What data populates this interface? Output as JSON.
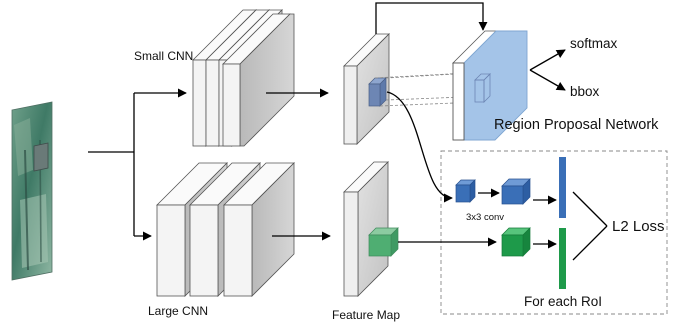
{
  "labels": {
    "small_cnn": "Small CNN",
    "large_cnn": "Large CNN",
    "feature_map": "Feature Map",
    "region_proposal_network": "Region Proposal Network",
    "softmax": "softmax",
    "bbox": "bbox",
    "conv": "3x3 conv",
    "l2_loss": "L2 Loss",
    "for_each_roi": "For each RoI"
  },
  "colors": {
    "rpn_face": "#a4c4e8",
    "rpn_edge": "#7fa6d2",
    "roi_blue": "#3a6fb7",
    "roi_green": "#1e9a4a",
    "proposal_box": "#6d86b4",
    "roi_box_green": "#4fae72",
    "layer_front": "#f4f4f4",
    "layer_side": "#c8c8c8",
    "feature_face": "#cfcfcf"
  },
  "icons": {
    "input_image": "forest-photo-with-bounding-box"
  }
}
